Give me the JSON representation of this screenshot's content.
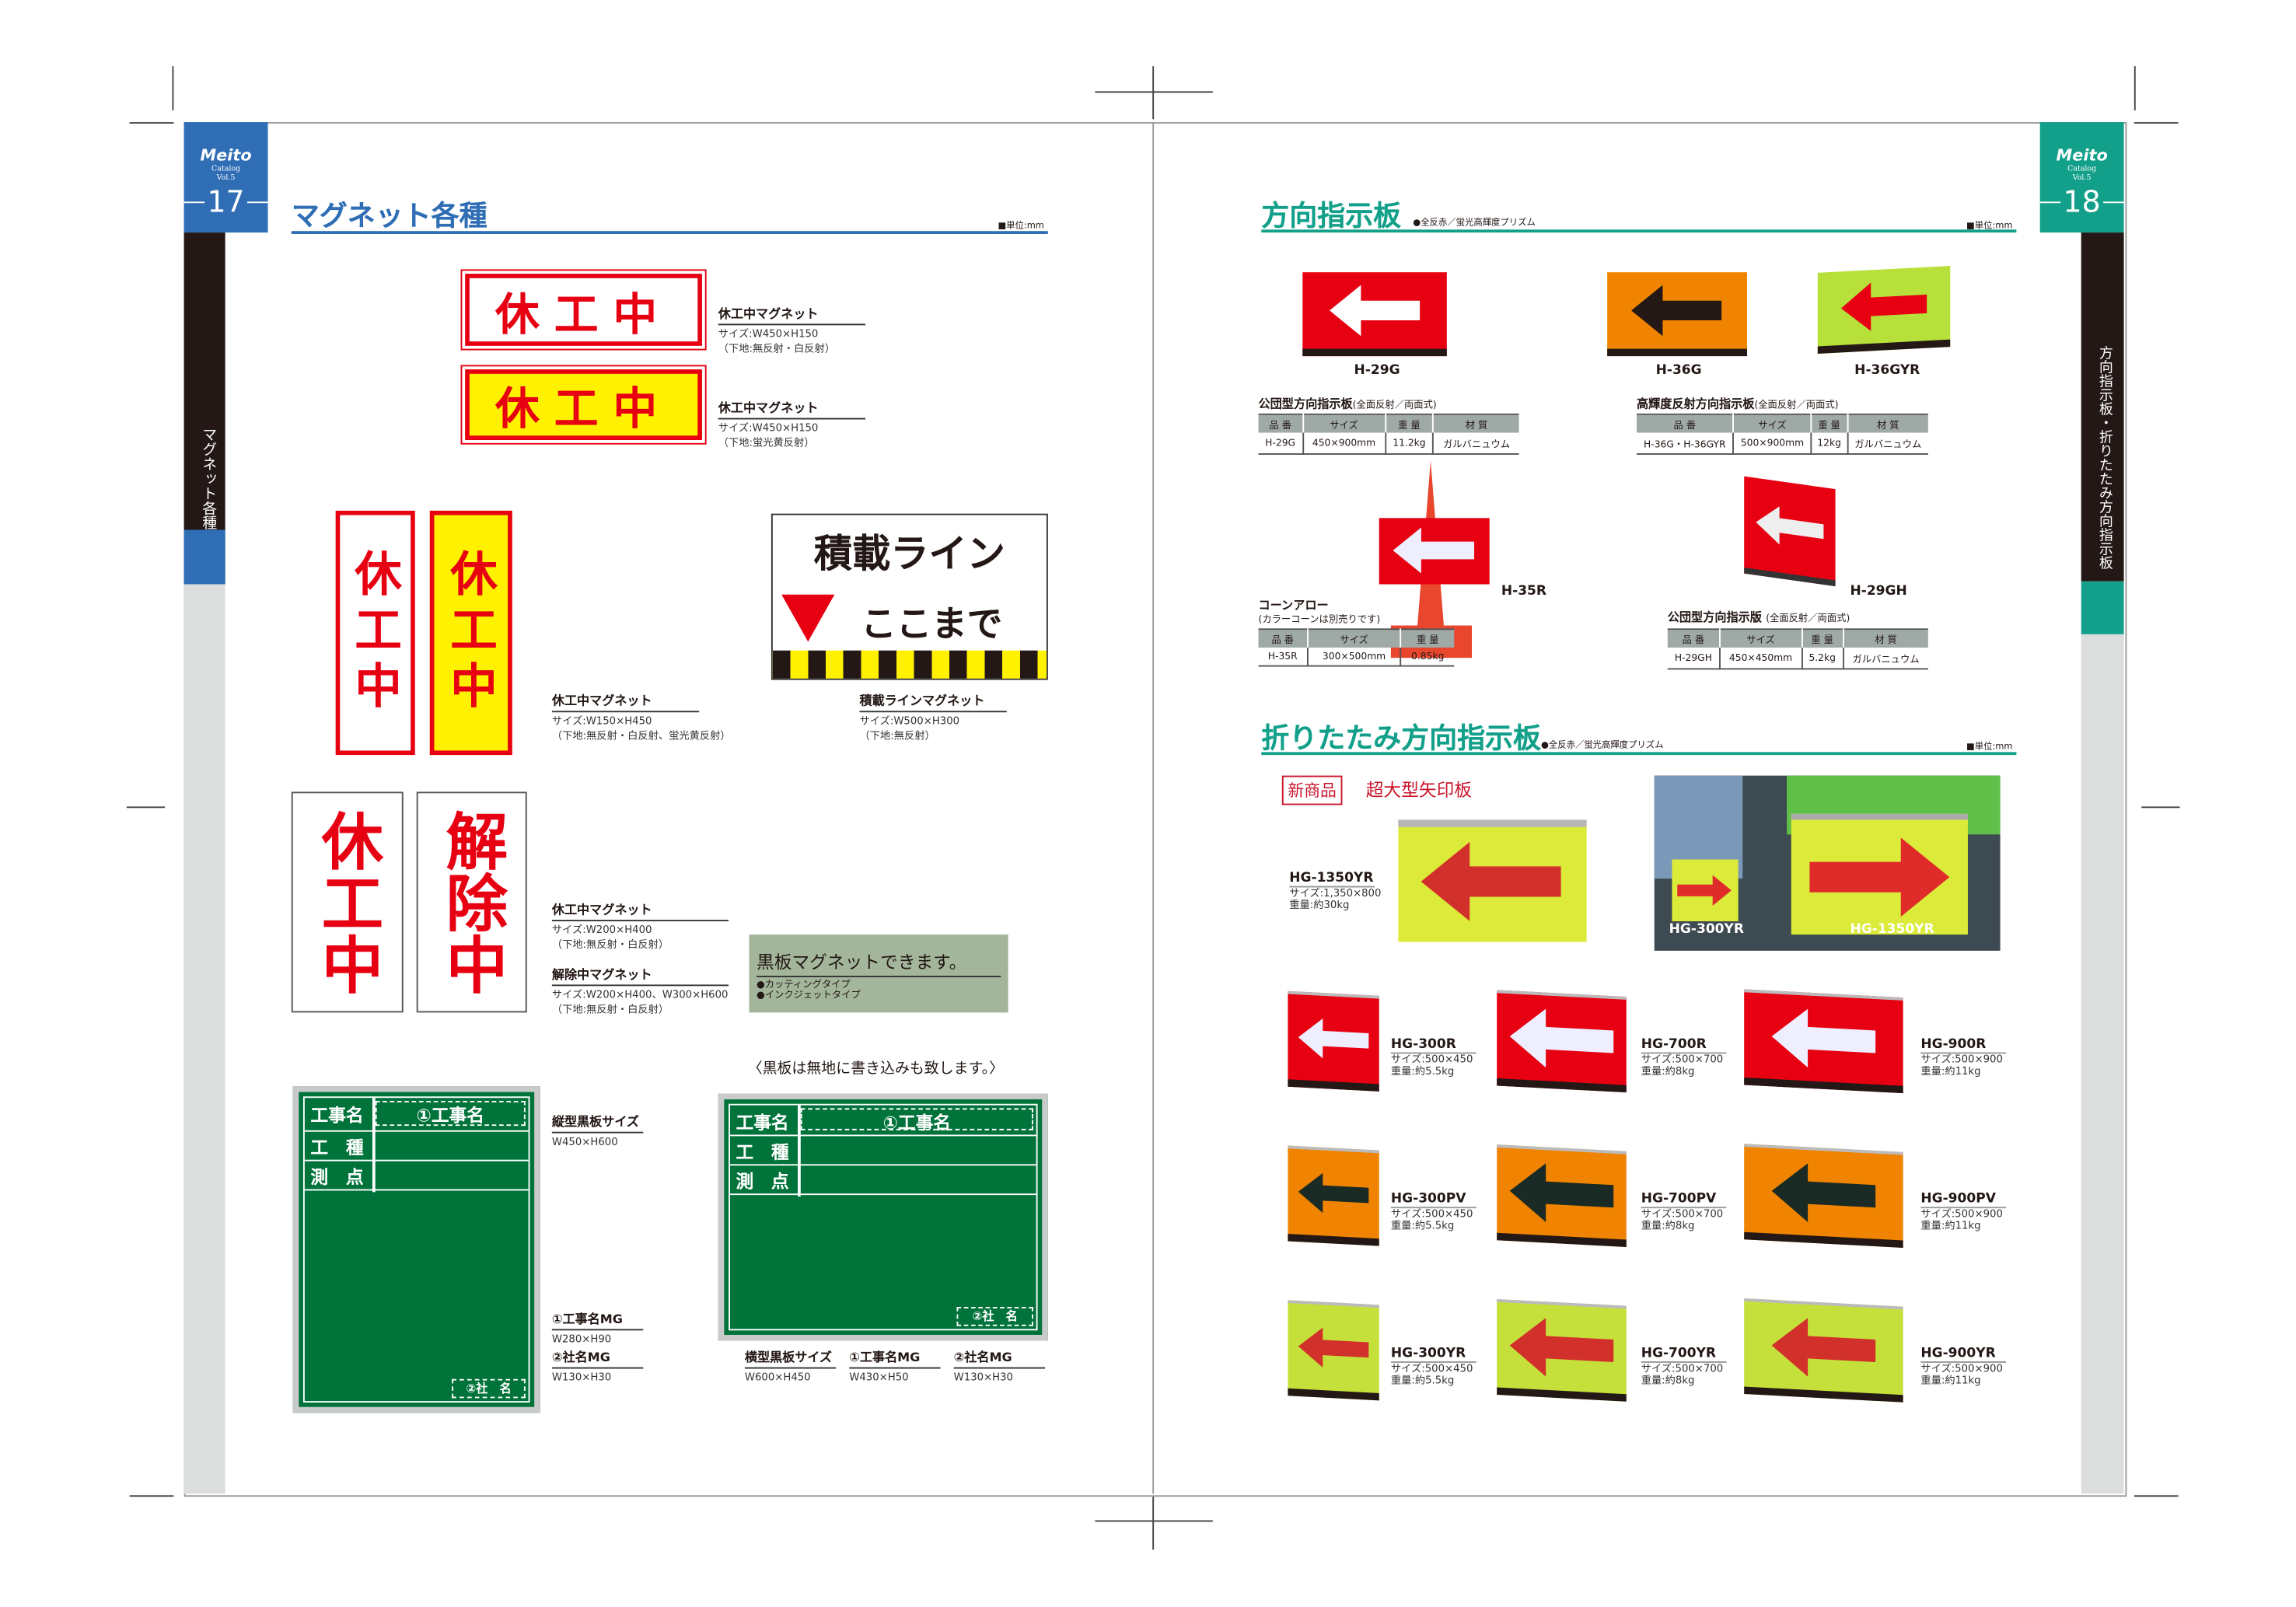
{
  "brand": {
    "logo": "Meito",
    "catalog": "Catalog",
    "vol": "Vol.5"
  },
  "colors": {
    "left_accent": "#2f6eb5",
    "right_accent": "#13a08a",
    "red": "#e60012",
    "yellow": "#fff100",
    "board_green": "#00733a",
    "note_bg": "#a3b59b"
  },
  "left": {
    "page_number": "17",
    "side_label": "マグネット各種",
    "title": "マグネット各種",
    "unit": "■単位:mm",
    "signs": {
      "kyu": "休工中",
      "kaijo": "解除中",
      "sekisai_title": "積載ライン",
      "sekisai_sub": "ここまで"
    },
    "items": [
      {
        "name": "休工中マグネット",
        "size": "サイズ:W450×H150",
        "note": "（下地:無反射・白反射）"
      },
      {
        "name": "休工中マグネット",
        "size": "サイズ:W450×H150",
        "note": "（下地:蛍光黄反射）"
      },
      {
        "name": "休工中マグネット",
        "size": "サイズ:W150×H450",
        "note": "（下地:無反射・白反射、蛍光黄反射）"
      },
      {
        "name": "積載ラインマグネット",
        "size": "サイズ:W500×H300",
        "note": "（下地:無反射）"
      },
      {
        "name": "休工中マグネット",
        "size": "サイズ:W200×H400",
        "note": "（下地:無反射・白反射）"
      },
      {
        "name": "解除中マグネット",
        "size": "サイズ:W200×H400、W300×H600",
        "note": "（下地:無反射・白反射）"
      }
    ],
    "note_box": {
      "title": "黒板マグネットできます。",
      "lines": [
        "●カッティングタイプ",
        "●インクジェットタイプ"
      ]
    },
    "blackboard_note": "〈黒板は無地に書き込みも致します。〉",
    "board": {
      "r1": "工事名",
      "r1v": "①工事名",
      "r2": "工　種",
      "r3": "測　点",
      "company": "②社　名"
    },
    "vertical_board": [
      {
        "name": "縦型黒板サイズ",
        "size": "W450×H600"
      },
      {
        "name": "①工事名MG",
        "size": "W280×H90"
      },
      {
        "name": "②社名MG",
        "size": "W130×H30"
      }
    ],
    "horizontal_board": [
      {
        "name": "横型黒板サイズ",
        "size": "W600×H450"
      },
      {
        "name": "①工事名MG",
        "size": "W430×H50"
      },
      {
        "name": "②社名MG",
        "size": "W130×H30"
      }
    ]
  },
  "right": {
    "page_number": "18",
    "side_label": "方向指示板・折りたたみ方向指示板",
    "section1": {
      "title": "方向指示板",
      "sub": "●全反赤／蛍光高輝度プリズム",
      "unit": "■単位:mm"
    },
    "products_top": [
      "H-29G",
      "H-36G",
      "H-36GYR",
      "H-35R",
      "H-29GH"
    ],
    "table_headers": [
      "品 番",
      "サイズ",
      "重 量",
      "材 質"
    ],
    "tables": [
      {
        "title": "公団型方向指示板",
        "mode": "(全面反射／両面式)",
        "row": [
          "H-29G",
          "450×900mm",
          "11.2kg",
          "ガルバニュウム"
        ]
      },
      {
        "title": "高輝度反射方向指示板",
        "mode": "(全面反射／両面式)",
        "row": [
          "H-36G・H-36GYR",
          "500×900mm",
          "12kg",
          "ガルバニュウム"
        ]
      },
      {
        "title": "コーンアロー",
        "mode": "(カラーコーンは別売りです)",
        "row": [
          "H-35R",
          "300×500mm",
          "0.85kg"
        ]
      },
      {
        "title": "公団型方向指示版",
        "mode": "(全面反射／両面式)",
        "row": [
          "H-29GH",
          "450×450mm",
          "5.2kg",
          "ガルバニュウム"
        ]
      }
    ],
    "section2": {
      "title": "折りたたみ方向指示板",
      "sub": "●全反赤／蛍光高輝度プリズム",
      "unit": "■単位:mm"
    },
    "new_badge": "新商品",
    "new_title": "超大型矢印板",
    "feature": {
      "name": "HG-1350YR",
      "size": "サイズ:1,350×800",
      "weight": "重量:約30kg"
    },
    "photo_labels": [
      "HG-300YR",
      "HG-1350YR"
    ],
    "grid": [
      {
        "name": "HG-300R",
        "size": "サイズ:500×450",
        "weight": "重量:約5.5kg",
        "type": "R"
      },
      {
        "name": "HG-700R",
        "size": "サイズ:500×700",
        "weight": "重量:約8kg",
        "type": "R"
      },
      {
        "name": "HG-900R",
        "size": "サイズ:500×900",
        "weight": "重量:約11kg",
        "type": "R"
      },
      {
        "name": "HG-300PV",
        "size": "サイズ:500×450",
        "weight": "重量:約5.5kg",
        "type": "PV"
      },
      {
        "name": "HG-700PV",
        "size": "サイズ:500×700",
        "weight": "重量:約8kg",
        "type": "PV"
      },
      {
        "name": "HG-900PV",
        "size": "サイズ:500×900",
        "weight": "重量:約11kg",
        "type": "PV"
      },
      {
        "name": "HG-300YR",
        "size": "サイズ:500×450",
        "weight": "重量:約5.5kg",
        "type": "YR"
      },
      {
        "name": "HG-700YR",
        "size": "サイズ:500×700",
        "weight": "重量:約8kg",
        "type": "YR"
      },
      {
        "name": "HG-900YR",
        "size": "サイズ:500×900",
        "weight": "重量:約11kg",
        "type": "YR"
      }
    ]
  }
}
